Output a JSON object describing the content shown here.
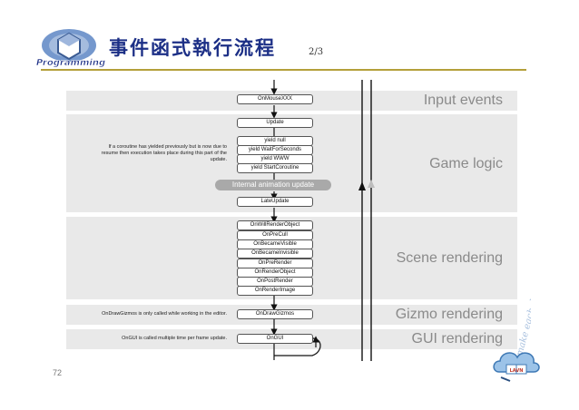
{
  "header": {
    "logo_text": "Programming",
    "title": "事件函式執行流程",
    "subtitle": "2/3"
  },
  "diagram": {
    "bands": [
      {
        "label": "Input events"
      },
      {
        "label": "Game logic"
      },
      {
        "label": "Scene rendering"
      },
      {
        "label": "Gizmo rendering"
      },
      {
        "label": "GUI rendering"
      }
    ],
    "boxes": {
      "on_mouse": "OnMouseXXX",
      "update": "Update",
      "yield_null": "yield null",
      "yield_wait_seconds": "yield WaitForSeconds",
      "yield_www": "yield WWW",
      "yield_start_coroutine": "yield StartCoroutine",
      "internal_animation": "Internal animation update",
      "late_update": "LateUpdate",
      "on_will_render_object": "OnWillRenderObject",
      "on_pre_cull": "OnPreCull",
      "on_became_visible": "OnBecameVisible",
      "on_became_invisible": "OnBecameInvisible",
      "on_pre_render": "OnPreRender",
      "on_render_object": "OnRenderObject",
      "on_post_render": "OnPostRender",
      "on_render_image": "OnRenderImage",
      "on_draw_gizmos": "OnDrawGizmos",
      "on_gui": "OnGUI"
    },
    "notes": {
      "coroutine_line1": "If a coroutine has yielded previously but is now due to",
      "coroutine_line2": "resume then execution takes place during this part of the",
      "coroutine_line3": "update.",
      "gizmos_note": "OnDrawGizmos is only called while working in the editor.",
      "ongui_note": "OnGUI is called multiple time per frame update."
    },
    "side_watermark": "make each day count"
  },
  "footer": {
    "page_number": "72",
    "badge_text": "LAVN"
  },
  "colors": {
    "title": "#1c2f86",
    "rule": "#b4a03a",
    "band": "#e9e9e9",
    "band_label": "#8a8a8a"
  }
}
